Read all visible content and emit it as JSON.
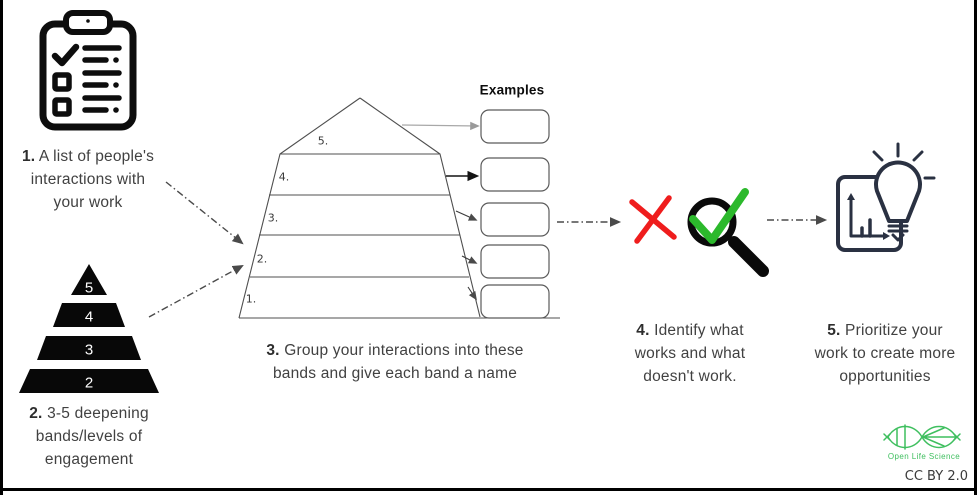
{
  "steps": [
    {
      "num": "1.",
      "lines": [
        "A list of people's",
        "interactions with",
        "your work"
      ]
    },
    {
      "num": "2.",
      "lines": [
        "3-5 deepening",
        "bands/levels of",
        "engagement"
      ]
    },
    {
      "num": "3.",
      "lines": [
        "Group your interactions into these",
        "bands and give each band a name"
      ]
    },
    {
      "num": "4.",
      "lines": [
        "Identify what",
        "works and what",
        "doesn't work."
      ]
    },
    {
      "num": "5.",
      "lines": [
        "Prioritize your",
        "work to create more",
        "opportunities"
      ]
    }
  ],
  "pyramid": {
    "band_labels": [
      "5.",
      "4.",
      "3.",
      "2.",
      "1."
    ]
  },
  "mini_pyramid": {
    "levels": [
      "5",
      "4",
      "3",
      "2"
    ]
  },
  "examples": {
    "heading": "Examples",
    "box_count": 5
  },
  "footer": {
    "logo_text": "Open Life Science",
    "license": "CC BY 2.0"
  },
  "icons": [
    "clipboard-checklist",
    "mini-pyramid",
    "red-cross",
    "magnifier-check",
    "lightbulb-chart",
    "ols-dna-logo"
  ],
  "colors": {
    "cross_red": "#ef1d1d",
    "check_green": "#2cb92c",
    "icon_navy": "#2a3142",
    "logo_green": "#3fbf5f",
    "text_gray": "#414141",
    "line_gray": "#4a4a4a"
  }
}
